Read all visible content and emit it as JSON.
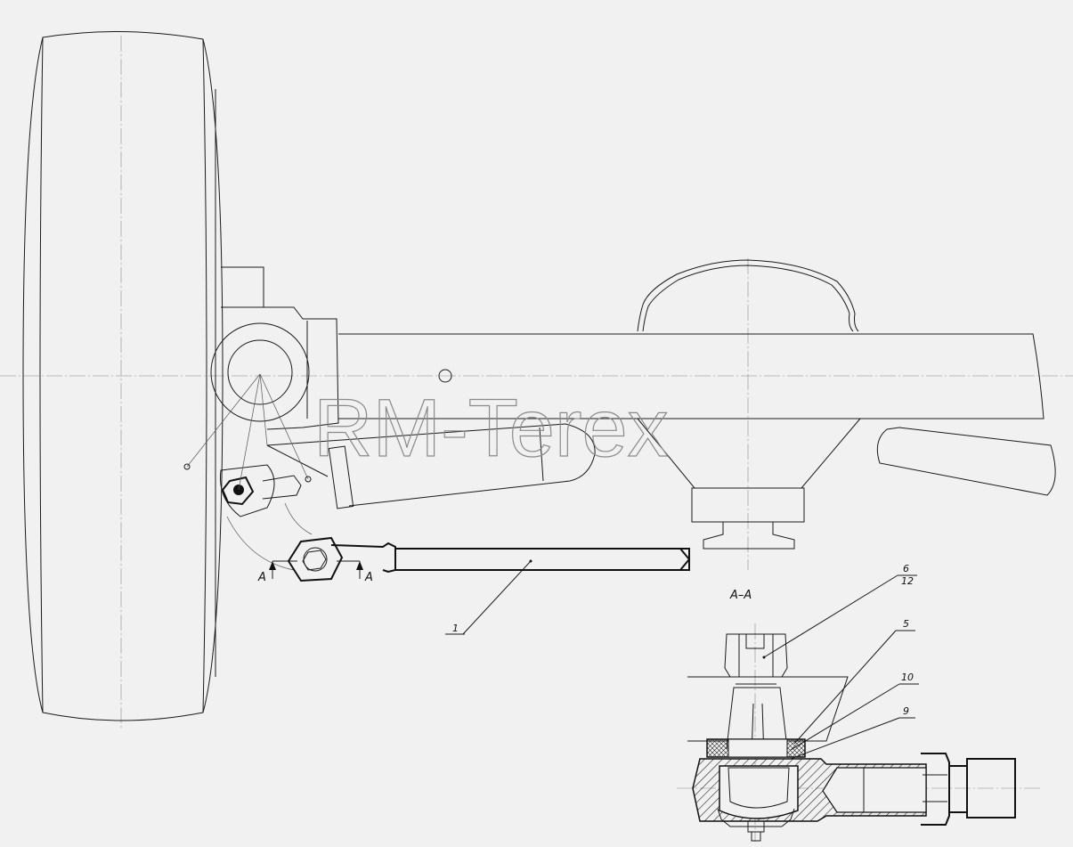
{
  "watermark": "RM-Terex",
  "section_title": "А–А",
  "section_markers": {
    "left": "А",
    "right": "А"
  },
  "callouts": [
    {
      "id": "c1",
      "text": "1"
    },
    {
      "id": "c6",
      "text": "6"
    },
    {
      "id": "c12",
      "text": "12"
    },
    {
      "id": "c5",
      "text": "5"
    },
    {
      "id": "c10",
      "text": "10"
    },
    {
      "id": "c9",
      "text": "9"
    }
  ]
}
